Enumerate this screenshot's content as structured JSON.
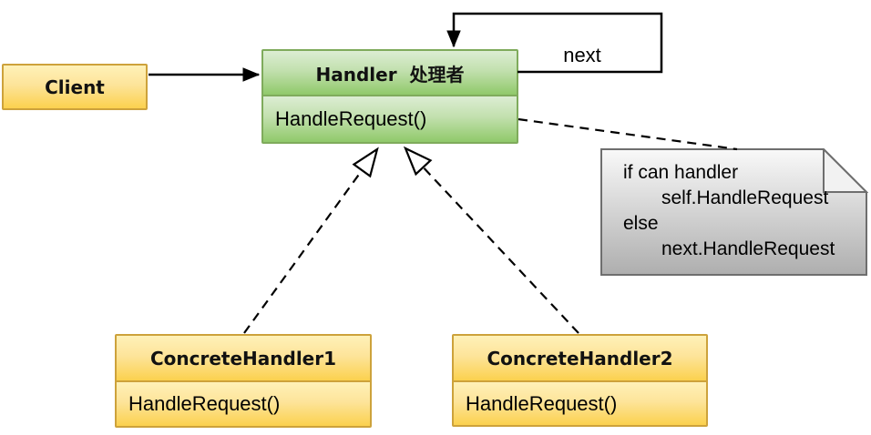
{
  "diagram": {
    "pattern": "Chain of Responsibility UML diagram",
    "client": {
      "title": "Client"
    },
    "handler": {
      "title": "Handler  处理者",
      "method": "HandleRequest()"
    },
    "concrete_handler_1": {
      "title": "ConcreteHandler1",
      "method": "HandleRequest()"
    },
    "concrete_handler_2": {
      "title": "ConcreteHandler2",
      "method": "HandleRequest()"
    },
    "self_loop": {
      "label": "next"
    },
    "note": {
      "lines": [
        "if can handler",
        "self.HandleRequest",
        "else",
        "next.HandleRequest"
      ]
    },
    "colors": {
      "class_green_border": "#7fab5c",
      "class_green_fill_top": "#dcedd3",
      "class_green_fill_bottom": "#90c96a",
      "class_yellow_border": "#cda23b",
      "class_yellow_fill_top": "#fff1b8",
      "class_yellow_fill_bottom": "#fbd14e",
      "note_border": "#6e6e6e",
      "note_fill_top": "#f9f9f9",
      "note_fill_bottom": "#aeaeae",
      "connector": "#000000",
      "background": "#ffffff"
    }
  }
}
